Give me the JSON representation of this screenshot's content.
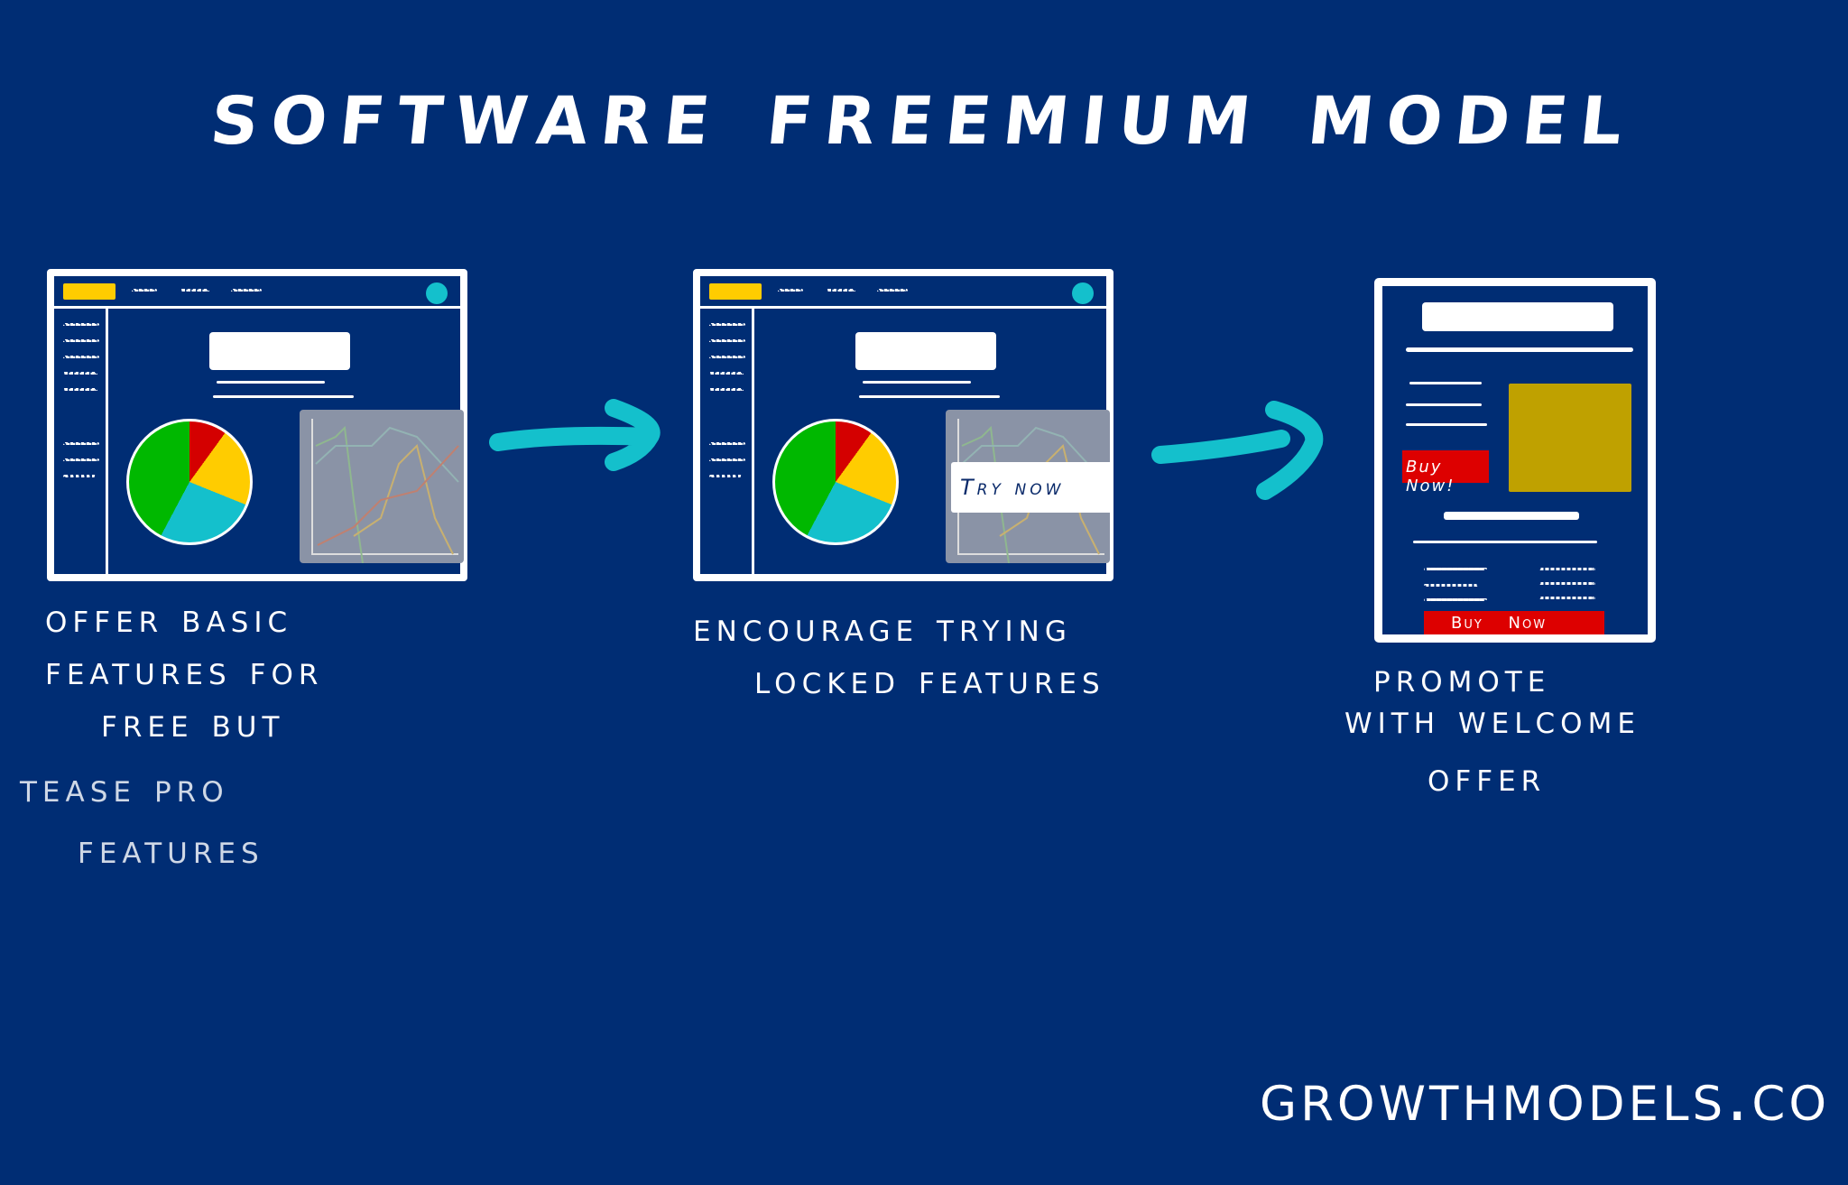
{
  "title": "Software Freemium Model",
  "steps": [
    {
      "caption": [
        "Offer basic",
        "features for",
        "free but"
      ],
      "caption_extra": [
        "Tease pro",
        "features"
      ]
    },
    {
      "caption": [
        "Encourage trying",
        "locked features"
      ],
      "cta": "Try now"
    },
    {
      "caption": [
        "Promote",
        "with welcome",
        "offer"
      ],
      "cta_top": "Buy Now!",
      "cta_bottom": "Buy Now"
    }
  ],
  "pie_colors": [
    "#d40000",
    "#ffcc00",
    "#14c0cc",
    "#00b800"
  ],
  "colors": {
    "background": "#002d74",
    "arrow": "#14c0cc",
    "cta": "#dd0000"
  },
  "footer": "Growthmodels.co"
}
